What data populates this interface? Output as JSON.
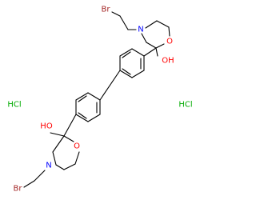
{
  "molecule": {
    "atoms": {
      "br_top": "Br",
      "n_top": "N",
      "o_ring_top": "O",
      "oh_top": "OH",
      "oh_bottom": "HO",
      "o_ring_bottom": "O",
      "n_bottom": "N",
      "br_bottom": "Br"
    },
    "salts": {
      "left": "HCl",
      "right": "HCl"
    },
    "colors": {
      "bromine": "#a52a2a",
      "nitrogen": "#0000ff",
      "oxygen": "#ff0000",
      "chlorine_salt": "#00aa00",
      "carbon_bond": "#000000"
    }
  }
}
